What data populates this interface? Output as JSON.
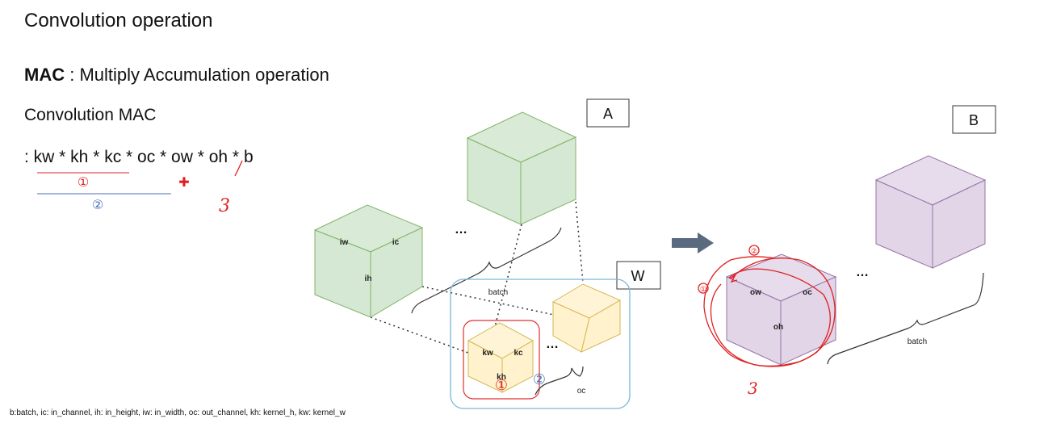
{
  "title": "Convolution operation",
  "mac": {
    "term": "MAC",
    "definition": " : Multiply Accumulation operation"
  },
  "conv_mac_label": "Convolution MAC",
  "formula": ": kw * kh * kc * oc * ow * oh * b",
  "annotations": {
    "one": "①",
    "two": "②",
    "three": "3",
    "plus": "✚"
  },
  "boxes": {
    "A": "A",
    "W": "W",
    "B": "B"
  },
  "input_cube": {
    "iw": "iw",
    "ic": "ic",
    "ih": "ih"
  },
  "kernel_cube": {
    "kw": "kw",
    "kc": "kc",
    "kh": "kh"
  },
  "output_cube": {
    "ow": "ow",
    "oc": "oc",
    "oh": "oh"
  },
  "ellipsis": "…",
  "brace_labels": {
    "batch_left": "batch",
    "oc": "oc",
    "batch_right": "batch"
  },
  "legend": "b:batch, ic: in_channel, ih: in_height, iw: in_width, oc: out_channel, kh: kernel_h, kw: kernel_w",
  "colors": {
    "green_face": "#d5e8d4",
    "green_stroke": "#82b366",
    "yellow_face": "#fff2cc",
    "yellow_stroke": "#d6b656",
    "purple_face": "#e1d5e7",
    "purple_stroke": "#9673a6",
    "red_ink": "#e02020",
    "blue_ink": "#4a72b8",
    "arrow": "#5a6b80"
  }
}
